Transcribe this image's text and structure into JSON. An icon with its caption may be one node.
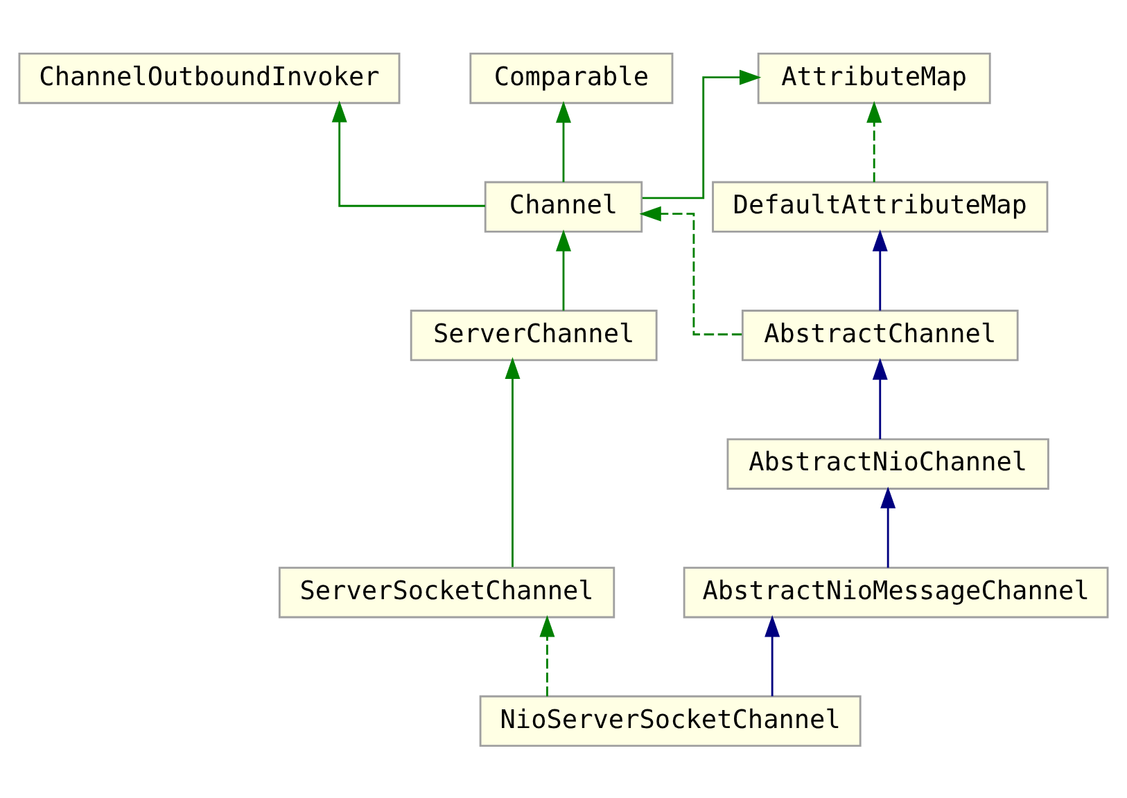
{
  "diagram": {
    "nodes": [
      {
        "text": [
          "AttributeMap"
        ]
      },
      {
        "text": [
          "ChannelOutboundInvoker"
        ]
      },
      {
        "text": [
          "Comparable"
        ]
      },
      {
        "text": [
          "DefaultAttributeMap"
        ]
      },
      {
        "text": [
          "Channel"
        ]
      },
      {
        "text": [
          "AbstractChannel"
        ]
      },
      {
        "text": [
          "ServerChannel"
        ]
      },
      {
        "text": [
          "AbstractNioChannel"
        ]
      },
      {
        "text": [
          "ServerSocketChannel"
        ]
      },
      {
        "text": [
          "AbstractNioMessageChannel"
        ]
      },
      {
        "text": [
          "NioServerSocketChannel"
        ]
      }
    ],
    "edges": [
      {
        "from": 3,
        "to": 0,
        "arrow": "to",
        "style": "dashed"
      },
      {
        "from": 4,
        "to": 0,
        "arrow": "to"
      },
      {
        "from": 4,
        "to": 1,
        "arrow": "to"
      },
      {
        "from": 4,
        "to": 2,
        "arrow": "to"
      },
      {
        "from": 5,
        "to": 3,
        "arrow": "to",
        "color": "#000080"
      },
      {
        "from": 5,
        "to": 4,
        "arrow": "to",
        "style": "dashed"
      },
      {
        "from": 6,
        "to": 4,
        "arrow": "to"
      },
      {
        "from": 7,
        "to": 5,
        "arrow": "to",
        "color": "#000080"
      },
      {
        "from": 8,
        "to": 6,
        "arrow": "to"
      },
      {
        "from": 9,
        "to": 7,
        "arrow": "to",
        "color": "#000080"
      },
      {
        "from": 10,
        "to": 9,
        "arrow": "to",
        "color": "#000080"
      },
      {
        "from": 10,
        "to": 8,
        "arrow": "to",
        "style": "dashed"
      }
    ]
  }
}
